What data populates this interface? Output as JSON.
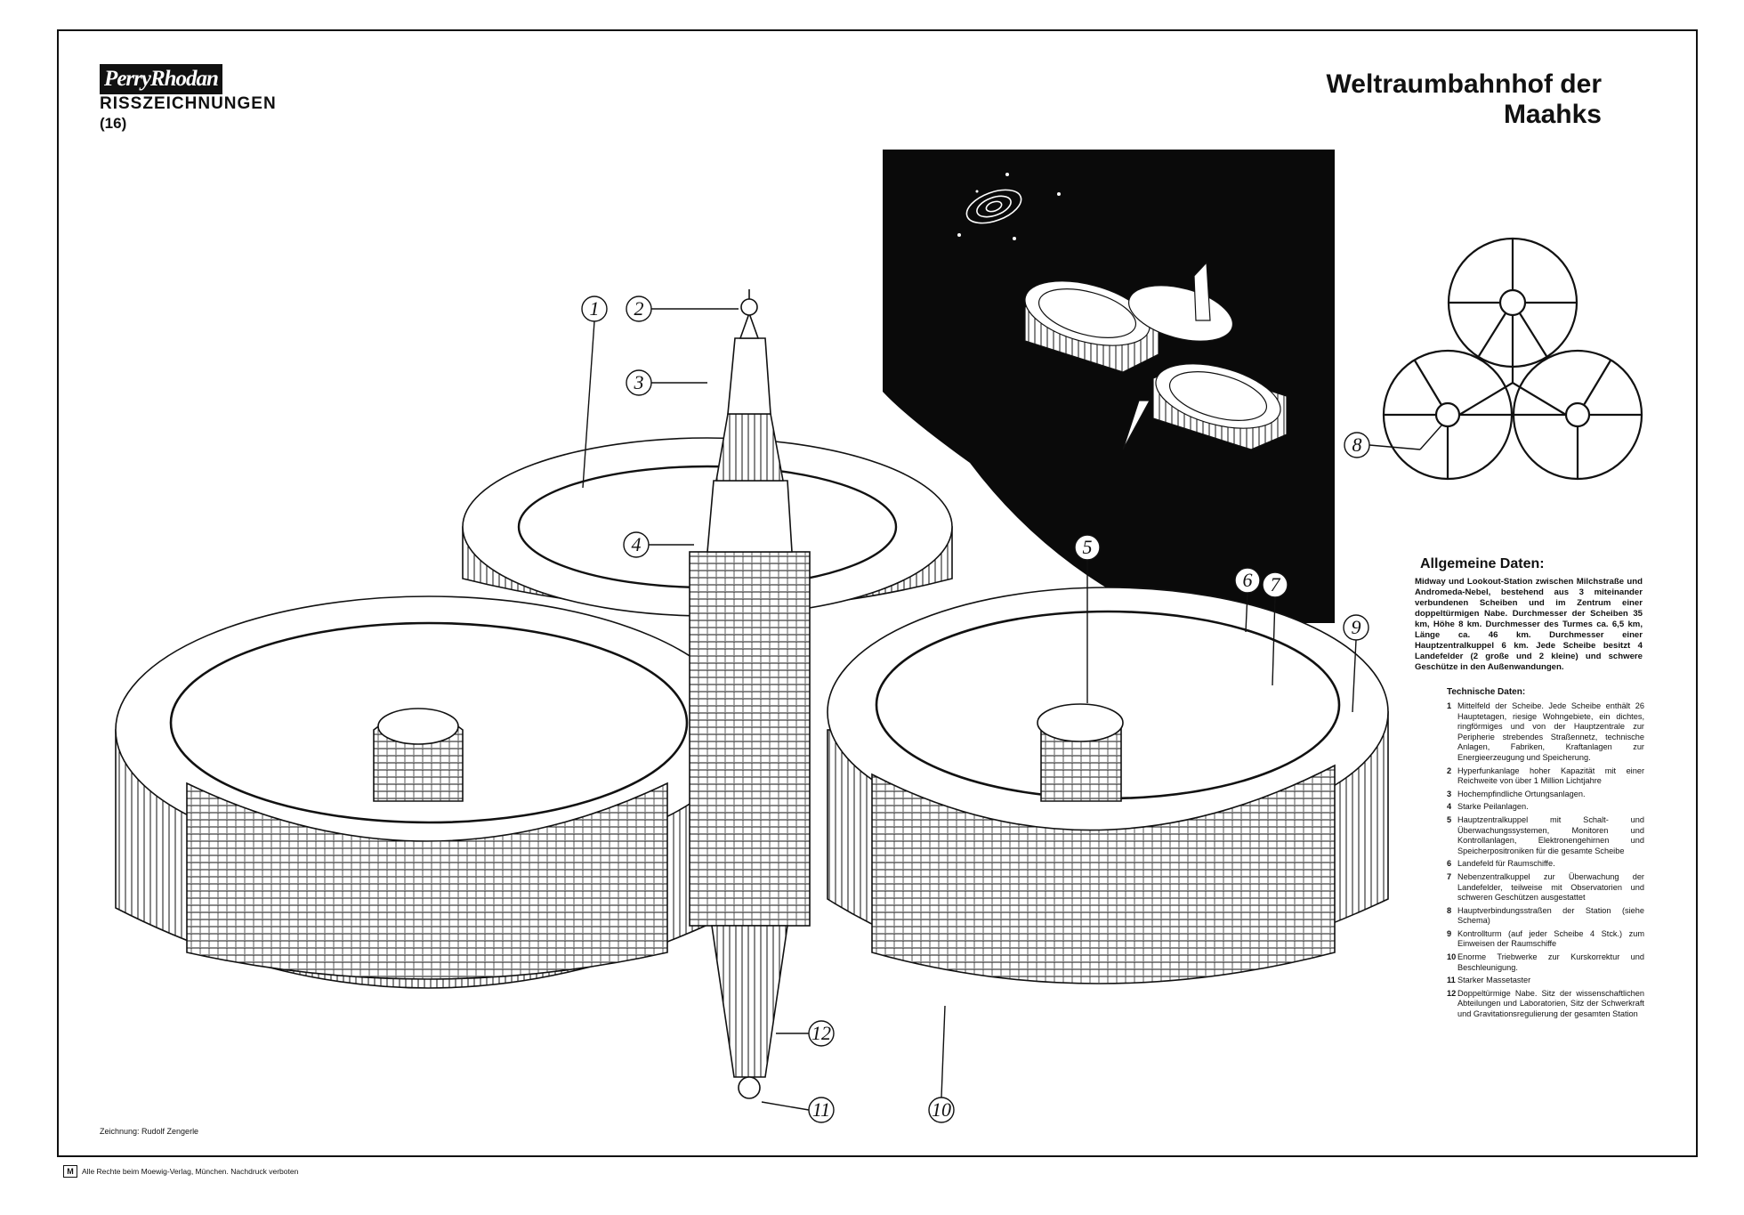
{
  "header": {
    "logo_text": "PerryRhodan",
    "series": "RISSZEICHNUNGEN",
    "issue": "(16)",
    "title": "Weltraumbahnhof der Maahks"
  },
  "callouts": [
    "1",
    "2",
    "3",
    "4",
    "5",
    "6",
    "7",
    "8",
    "9",
    "10",
    "11",
    "12"
  ],
  "general": {
    "heading": "Allgemeine Daten:",
    "text": "Midway und Lookout-Station zwischen Milchstraße und Andromeda-Nebel, bestehend aus 3 miteinander verbundenen Scheiben und im Zentrum einer doppeltürmigen Nabe. Durchmesser der Scheiben 35 km, Höhe 8 km. Durchmesser des Turmes ca. 6,5 km, Länge ca. 46 km. Durchmesser einer Hauptzentralkuppel 6 km. Jede Scheibe besitzt 4 Landefelder (2 große und 2 kleine) und schwere Geschütze in den Außenwandungen."
  },
  "technical": {
    "heading": "Technische Daten:",
    "items": [
      {
        "n": "1",
        "text": "Mittelfeld der Scheibe. Jede Scheibe enthält 26 Hauptetagen, riesige Wohngebiete, ein dichtes, ringförmiges und von der Hauptzentrale zur Peripherie strebendes Straßennetz, technische Anlagen, Fabriken, Kraftanlagen zur Energieerzeugung und Speicherung."
      },
      {
        "n": "2",
        "text": "Hyperfunkanlage hoher Kapazität mit einer Reichweite von über 1 Million Lichtjahre"
      },
      {
        "n": "3",
        "text": "Hochempfindliche Ortungsanlagen."
      },
      {
        "n": "4",
        "text": "Starke Peilanlagen."
      },
      {
        "n": "5",
        "text": "Hauptzentralkuppel mit Schalt- und Überwachungssystemen, Monitoren und Kontrollanlagen, Elektronengehirnen und Speicherpositroniken für die gesamte Scheibe"
      },
      {
        "n": "6",
        "text": "Landefeld für Raumschiffe."
      },
      {
        "n": "7",
        "text": "Nebenzentralkuppel zur Überwachung der Landefelder, teilweise mit Observatorien und schweren Geschützen ausgestattet"
      },
      {
        "n": "8",
        "text": "Hauptverbindungsstraßen der Station (siehe Schema)"
      },
      {
        "n": "9",
        "text": "Kontrollturm (auf jeder Scheibe 4 Stck.) zum Einweisen der Raumschiffe"
      },
      {
        "n": "10",
        "text": "Enorme Triebwerke zur Kurskorrektur und Beschleunigung."
      },
      {
        "n": "11",
        "text": "Starker Massetaster"
      },
      {
        "n": "12",
        "text": "Doppeltürmige Nabe. Sitz der wissenschaftlichen Abteilungen und Laboratorien, Sitz der Schwerkraft und Gravitationsregulierung der gesamten Station"
      }
    ]
  },
  "footer": {
    "credit": "Zeichnung: Rudolf Zengerle",
    "publisher_mark": "M",
    "copyright": "Alle Rechte beim Moewig-Verlag, München. Nachdruck verboten"
  }
}
